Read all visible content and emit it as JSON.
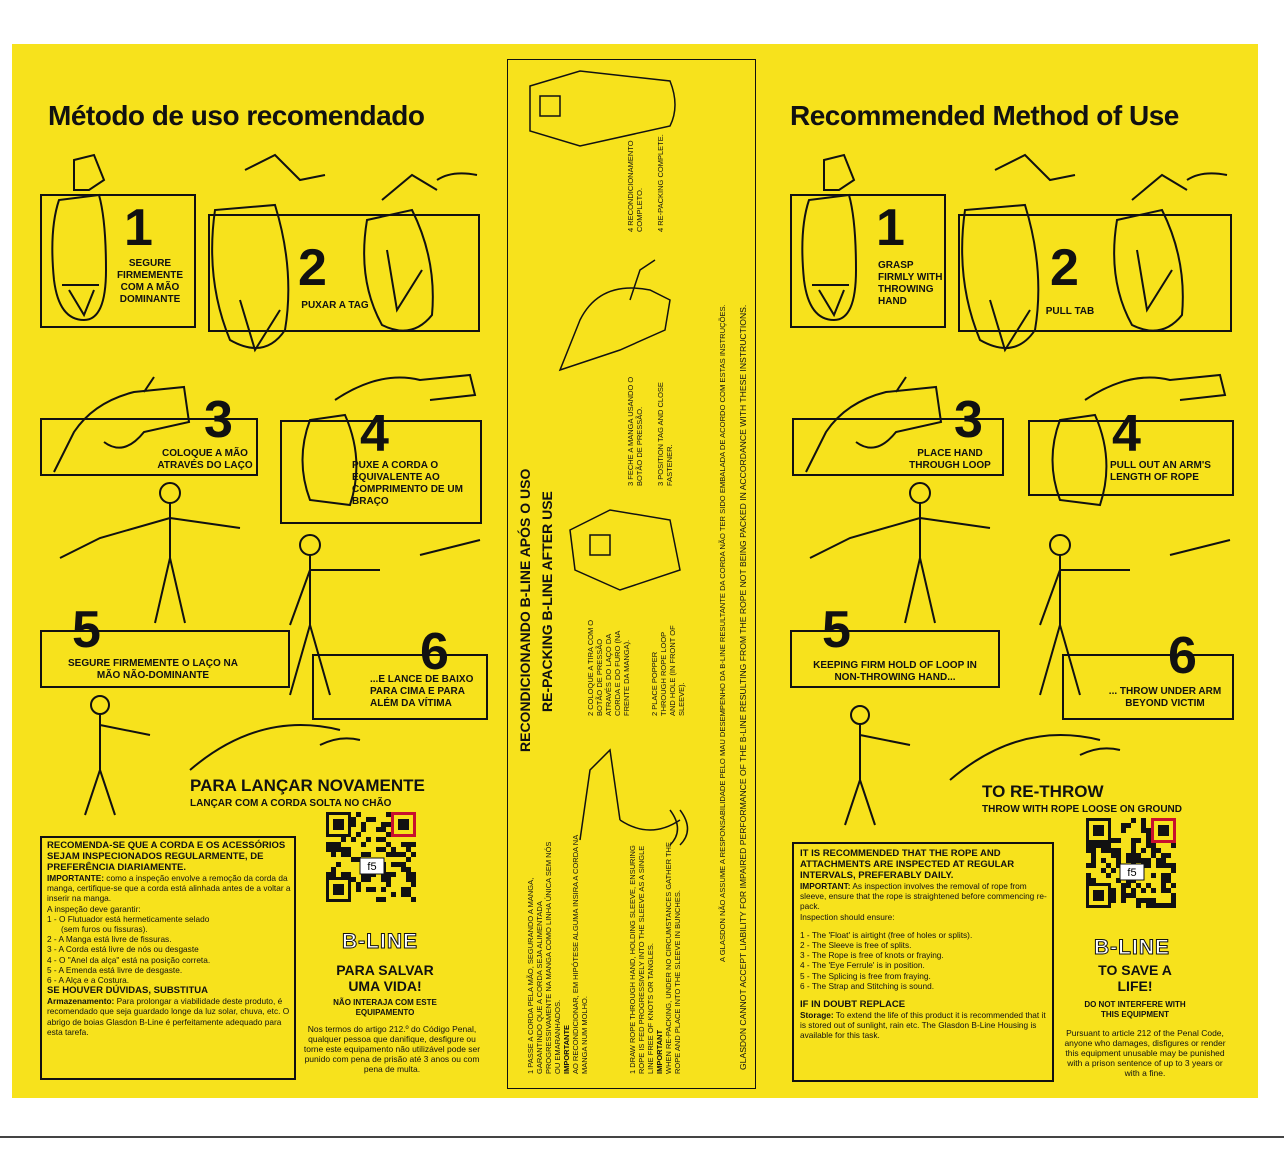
{
  "colors": {
    "background": "#f7e21c",
    "ink": "#111111"
  },
  "left": {
    "title": "Método de uso recomendado",
    "steps": [
      {
        "n": "1",
        "label": "SEGURE FIRMEMENTE COM A MÃO DOMINANTE"
      },
      {
        "n": "2",
        "label": "PUXAR A TAG"
      },
      {
        "n": "3",
        "label": "COLOQUE A MÃO ATRAVÉS DO LAÇO"
      },
      {
        "n": "4",
        "label": "PUXE A CORDA O EQUIVALENTE AO COMPRIMENTO DE UM BRAÇO"
      },
      {
        "n": "5",
        "label": "SEGURE FIRMEMENTE O LAÇO NA MÃO NÃO-DOMINANTE"
      },
      {
        "n": "6",
        "label": "...E LANCE DE BAIXO PARA CIMA E PARA ALÉM DA VÍTIMA"
      }
    ],
    "rethrow_title": "PARA LANÇAR NOVAMENTE",
    "rethrow_sub": "LANÇAR COM A CORDA SOLTA NO CHÃO",
    "info_heading": "RECOMENDA-SE QUE A CORDA E OS ACESSÓRIOS SEJAM INSPECIONADOS REGULARMENTE, DE PREFERÊNCIA DIARIAMENTE.",
    "info_important_label": "IMPORTANTE:",
    "info_important_text": " como a inspeção envolve a remoção da corda da manga, certifique-se que a corda está alinhada antes de a voltar a inserir na manga.",
    "info_ensure": "A inspeção deve garantir:",
    "info_items": [
      "1 - O Flutuador está hermeticamente selado",
      "    (sem furos ou fissuras).",
      "2 - A Manga está livre de fissuras.",
      "3 - A Corda está livre de nós ou desgaste",
      "4 - O \"Anel da alça\" está na posição correta.",
      "5 - A Emenda está livre de desgaste.",
      "6 - A Alça e a Costura."
    ],
    "info_replace": "SE HOUVER DÚVIDAS, SUBSTITUA",
    "info_storage_label": "Armazenamento:",
    "info_storage_text": " Para prolongar a viabilidade deste produto, é recomendado que seja guardado longe da luz solar, chuva, etc. O abrigo de boias Glasdon B-Line é perfeitamente adequado para esta tarefa.",
    "brand": "B-LINE",
    "slogan": "PARA SALVAR UMA VIDA!",
    "warning": "NÃO INTERAJA COM ESTE EQUIPAMENTO",
    "legal": "Nos termos do artigo 212.º do Código Penal, qualquer pessoa que danifique, desfigure ou torne este equipamento não utilizável pode ser punido com pena de prisão até 3 anos ou com pena de multa.",
    "qr_tag": "f5"
  },
  "middle": {
    "title_pt": "RECONDICIONANDO B-LINE APÓS O USO",
    "title_en": "RE-PACKING B-LINE AFTER USE",
    "steps": [
      {
        "pt": "1  PASSE A CORDA PELA MÃO, SEGURANDO A MANGA, GARANTINDO QUE A CORDA SEJA ALIMENTADA PROGRESSIVAMENTE NA MANGA COMO LINHA ÚNICA SEM NÓS OU EMARANHADOS.",
        "pt_imp": "IMPORTANTE",
        "pt_imp_text": "AO RECONDICIONAR, EM HIPÓTESE ALGUMA INSIRA A CORDA NA MANGA NUM MOLHO.",
        "en": "1  DRAW ROPE THROUGH HAND, HOLDING SLEEVE, ENSURING ROPE IS FED PROGRESSIVELY INTO THE SLEEVE AS A SINGLE LINE FREE OF KNOTS OR TANGLES.",
        "en_imp": "IMPORTANT",
        "en_imp_text": "WHEN RE-PACKING, UNDER NO CIRCUMSTANCES GATHER THE ROPE AND PLACE INTO THE SLEEVE IN BUNCHES."
      },
      {
        "pt": "2  COLOQUE A TIRA COM O BOTÃO DE PRESSÃO ATRAVÉS DO LAÇO DA CORDA E DO FURO (NA FRENTE DA MANGA).",
        "en": "2  PLACE POPPER THROUGH ROPE LOOP AND HOLE (IN FRONT OF SLEEVE)."
      },
      {
        "pt": "3  FECHE A MANGA USANDO O BOTÃO DE PRESSÃO.",
        "en": "3  POSITION TAG AND CLOSE FASTENER."
      },
      {
        "pt": "4  RECONDICIONAMENTO COMPLETO.",
        "en": "4  RE-PACKING COMPLETE."
      }
    ],
    "disclaimer_pt": "A GLASDON NÃO ASSUME A RESPONSABILIDADE PELO MAU DESEMPENHO DA B-LINE RESULTANTE DA CORDA NÃO TER SIDO EMBALADA DE ACORDO COM ESTAS INSTRUÇÕES.",
    "disclaimer_en": "GLASDON CANNOT ACCEPT LIABILITY FOR IMPAIRED PERFORMANCE OF THE B-LINE RESULTING FROM THE ROPE NOT BEING PACKED IN ACCORDANCE WITH THESE INSTRUCTIONS."
  },
  "right": {
    "title": "Recommended Method of Use",
    "steps": [
      {
        "n": "1",
        "label": "GRASP FIRMLY WITH THROWING HAND"
      },
      {
        "n": "2",
        "label": "PULL TAB"
      },
      {
        "n": "3",
        "label": "PLACE HAND THROUGH LOOP"
      },
      {
        "n": "4",
        "label": "PULL OUT AN ARM'S LENGTH OF ROPE"
      },
      {
        "n": "5",
        "label": "KEEPING FIRM HOLD OF LOOP IN NON-THROWING HAND..."
      },
      {
        "n": "6",
        "label": "... THROW UNDER ARM BEYOND VICTIM"
      }
    ],
    "rethrow_title": "TO RE-THROW",
    "rethrow_sub": "THROW WITH ROPE LOOSE ON GROUND",
    "info_heading": "IT IS RECOMMENDED THAT THE ROPE AND ATTACHMENTS ARE INSPECTED AT REGULAR INTERVALS, PREFERABLY DAILY.",
    "info_important_label": "IMPORTANT:",
    "info_important_text": " As inspection involves the removal of rope from sleeve, ensure that the rope is straightened before commencing re-pack.",
    "info_ensure": "Inspection should ensure:",
    "info_items": [
      "1 - The 'Float' is airtight (free of holes or splits).",
      "2 - The Sleeve is free of splits.",
      "3 - The Rope is free of knots or fraying.",
      "4 - The 'Eye Ferrule' is in position.",
      "5 - The Splicing is free from fraying.",
      "6 - The Strap and Stitching is sound."
    ],
    "info_replace": "IF IN DOUBT REPLACE",
    "info_storage_label": "Storage:",
    "info_storage_text": " To extend the life of this product it is recommended that it is stored out of sunlight, rain etc. The Glasdon B-Line Housing is available for this task.",
    "brand": "B-LINE",
    "slogan": "TO SAVE A LIFE!",
    "warning": "DO NOT INTERFERE WITH THIS EQUIPMENT",
    "legal": "Pursuant to article 212 of the Penal Code, anyone who damages, disfigures or render this equipment unusable may be punished with a prison sentence of up to 3 years or with a fine.",
    "qr_tag": "f5"
  }
}
